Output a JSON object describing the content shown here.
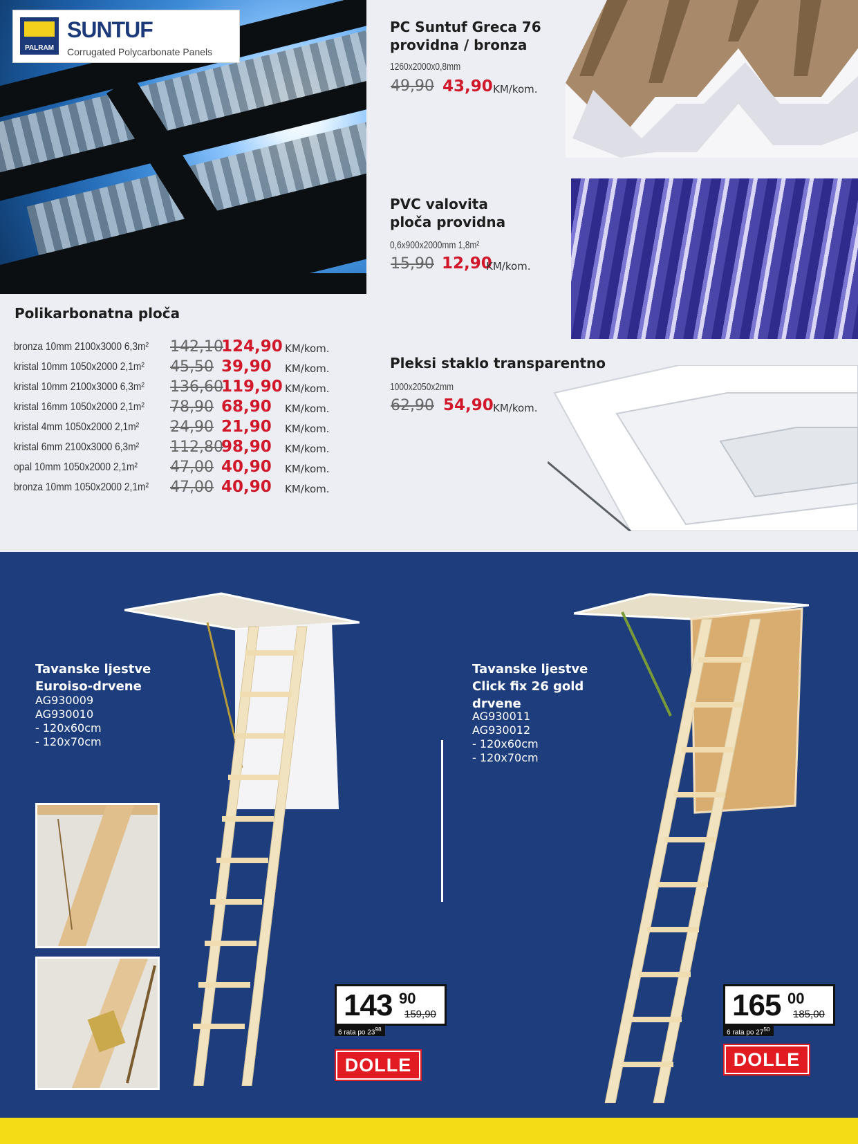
{
  "brand": {
    "logo_mark": "PALRAM",
    "name": "SUNTUF",
    "tagline": "Corrugated Polycarbonate Panels"
  },
  "polikarbonat": {
    "title": "Polikarbonatna ploča",
    "rows": [
      {
        "desc": "bronza 10mm 2100x3000 6,3m²",
        "old": "142,10",
        "new": "124,90",
        "unit": "KM/kom."
      },
      {
        "desc": "kristal 10mm 1050x2000 2,1m²",
        "old": "45,50",
        "new": "39,90",
        "unit": "KM/kom."
      },
      {
        "desc": "kristal 10mm 2100x3000 6,3m²",
        "old": "136,60",
        "new": "119,90",
        "unit": "KM/kom."
      },
      {
        "desc": "kristal 16mm 1050x2000 2,1m²",
        "old": "78,90",
        "new": "68,90",
        "unit": "KM/kom."
      },
      {
        "desc": "kristal 4mm 1050x2000 2,1m²",
        "old": "24,90",
        "new": "21,90",
        "unit": "KM/kom."
      },
      {
        "desc": "kristal 6mm 2100x3000 6,3m²",
        "old": "112,80",
        "new": "98,90",
        "unit": "KM/kom."
      },
      {
        "desc": "opal 10mm 1050x2000 2,1m²",
        "old": "47,00",
        "new": "40,90",
        "unit": "KM/kom."
      },
      {
        "desc": "bronza 10mm 1050x2000 2,1m²",
        "old": "47,00",
        "new": "40,90",
        "unit": "KM/kom."
      }
    ]
  },
  "greca": {
    "name_l1": "PC Suntuf Greca 76",
    "name_l2": "providna / bronza",
    "size": "1260x2000x0,8mm",
    "old": "49,90",
    "new": "43,90",
    "unit": "KM/kom."
  },
  "pvc": {
    "name_l1": "PVC valovita",
    "name_l2": "ploča providna",
    "size": "0,6x900x2000mm 1,8m²",
    "old": "15,90",
    "new": "12,90",
    "unit": "KM/kom."
  },
  "pleksi": {
    "name": "Pleksi staklo transparentno",
    "size": "1000x2050x2mm",
    "old": "62,90",
    "new": "54,90",
    "unit": "KM/kom."
  },
  "ladder1": {
    "title_l1": "Tavanske ljestve",
    "title_l2": "Euroiso-drvene",
    "code1": "AG930009",
    "code2": "AG930010",
    "size1": "- 120x60cm",
    "size2": "- 120x70cm",
    "price_int": "143",
    "price_dec": "90",
    "price_old": "159,90",
    "installment": "6 rata po 23",
    "installment_dec": "98",
    "brand": "DOLLE"
  },
  "ladder2": {
    "title_l1": "Tavanske ljestve",
    "title_l2": "Click fix 26 gold",
    "title_l3": "drvene",
    "code1": "AG930011",
    "code2": "AG930012",
    "size1": "- 120x60cm",
    "size2": "- 120x70cm",
    "price_int": "165",
    "price_dec": "00",
    "price_old": "185,00",
    "installment": "6 rata po 27",
    "installment_dec": "50",
    "brand": "DOLLE"
  },
  "colors": {
    "sale_red": "#d1182b",
    "navy": "#1e3d7c",
    "yellow": "#f4dc17"
  }
}
